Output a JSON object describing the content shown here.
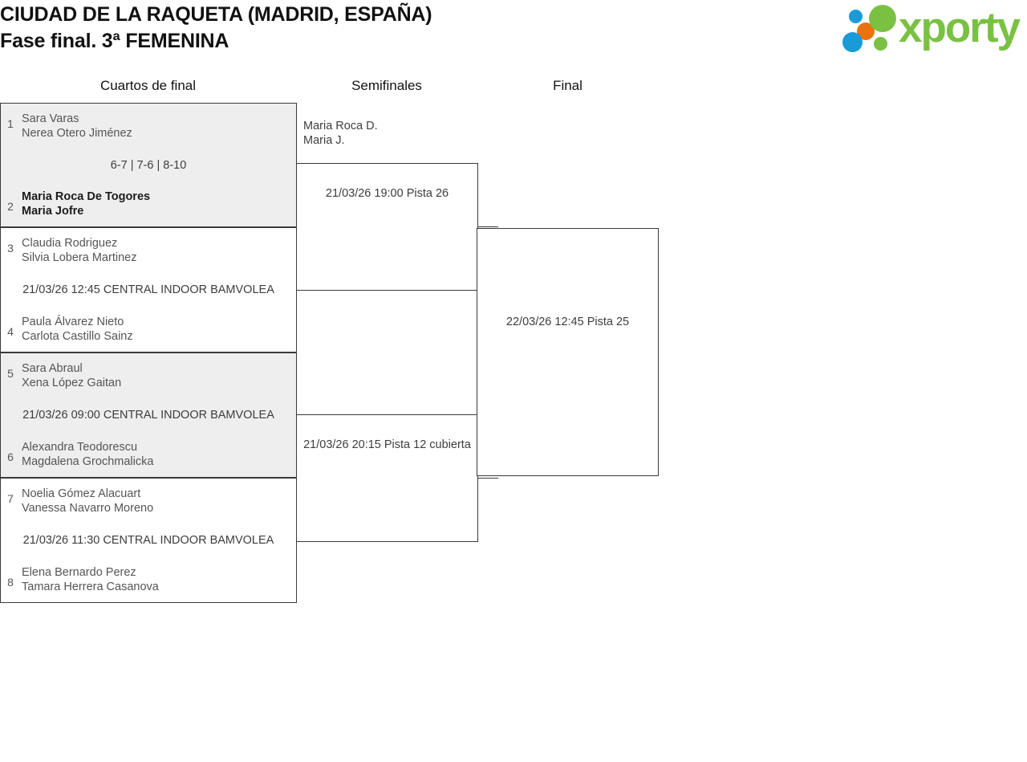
{
  "header": {
    "title_line1": "CIUDAD DE LA RAQUETA (MADRID, ESPAÑA)",
    "title_line2": "Fase final. 3ª FEMENINA",
    "logo_text": "xporty",
    "logo_colors": {
      "green": "#7ac143",
      "blue": "#1a9bd7",
      "orange": "#e8720c"
    }
  },
  "rounds": {
    "quarterfinals_label": "Cuartos de final",
    "semifinals_label": "Semifinales",
    "final_label": "Final"
  },
  "bracket": {
    "quarterfinals": [
      {
        "seed_top": "1",
        "top_player1": "Sara Varas",
        "top_player2": "Nerea Otero Jiménez",
        "top_winner": false,
        "info": "6-7 | 7-6 | 8-10",
        "seed_bottom": "2",
        "bottom_player1": "Maria Roca De Togores",
        "bottom_player2": "Maria Jofre",
        "bottom_winner": true,
        "shaded": true
      },
      {
        "seed_top": "3",
        "top_player1": "Claudia Rodriguez",
        "top_player2": "Silvia Lobera Martinez",
        "top_winner": false,
        "info": "21/03/26 12:45 CENTRAL INDOOR BAMVOLEA",
        "seed_bottom": "4",
        "bottom_player1": "Paula Álvarez Nieto",
        "bottom_player2": "Carlota Castillo Sainz",
        "bottom_winner": false,
        "shaded": false
      },
      {
        "seed_top": "5",
        "top_player1": "Sara Abraul",
        "top_player2": "Xena López Gaitan",
        "top_winner": false,
        "info": "21/03/26 09:00 CENTRAL INDOOR BAMVOLEA",
        "seed_bottom": "6",
        "bottom_player1": "Alexandra Teodorescu",
        "bottom_player2": "Magdalena Grochmalicka",
        "bottom_winner": false,
        "shaded": true
      },
      {
        "seed_top": "7",
        "top_player1": "Noelia Gómez Alacuart",
        "top_player2": "Vanessa Navarro Moreno",
        "top_winner": false,
        "info": "21/03/26 11:30 CENTRAL INDOOR BAMVOLEA",
        "seed_bottom": "8",
        "bottom_player1": "Elena Bernardo Perez",
        "bottom_player2": "Tamara Herrera Casanova",
        "bottom_winner": false,
        "shaded": false
      }
    ],
    "semifinals": [
      {
        "advance_player1": "Maria Roca D.",
        "advance_player2": "Maria J.",
        "info": "21/03/26 19:00 Pista 26"
      },
      {
        "advance_player1": "",
        "advance_player2": "",
        "info": "21/03/26 20:15 Pista 12 cubierta"
      }
    ],
    "final": {
      "info": "22/03/26 12:45 Pista 25"
    }
  }
}
